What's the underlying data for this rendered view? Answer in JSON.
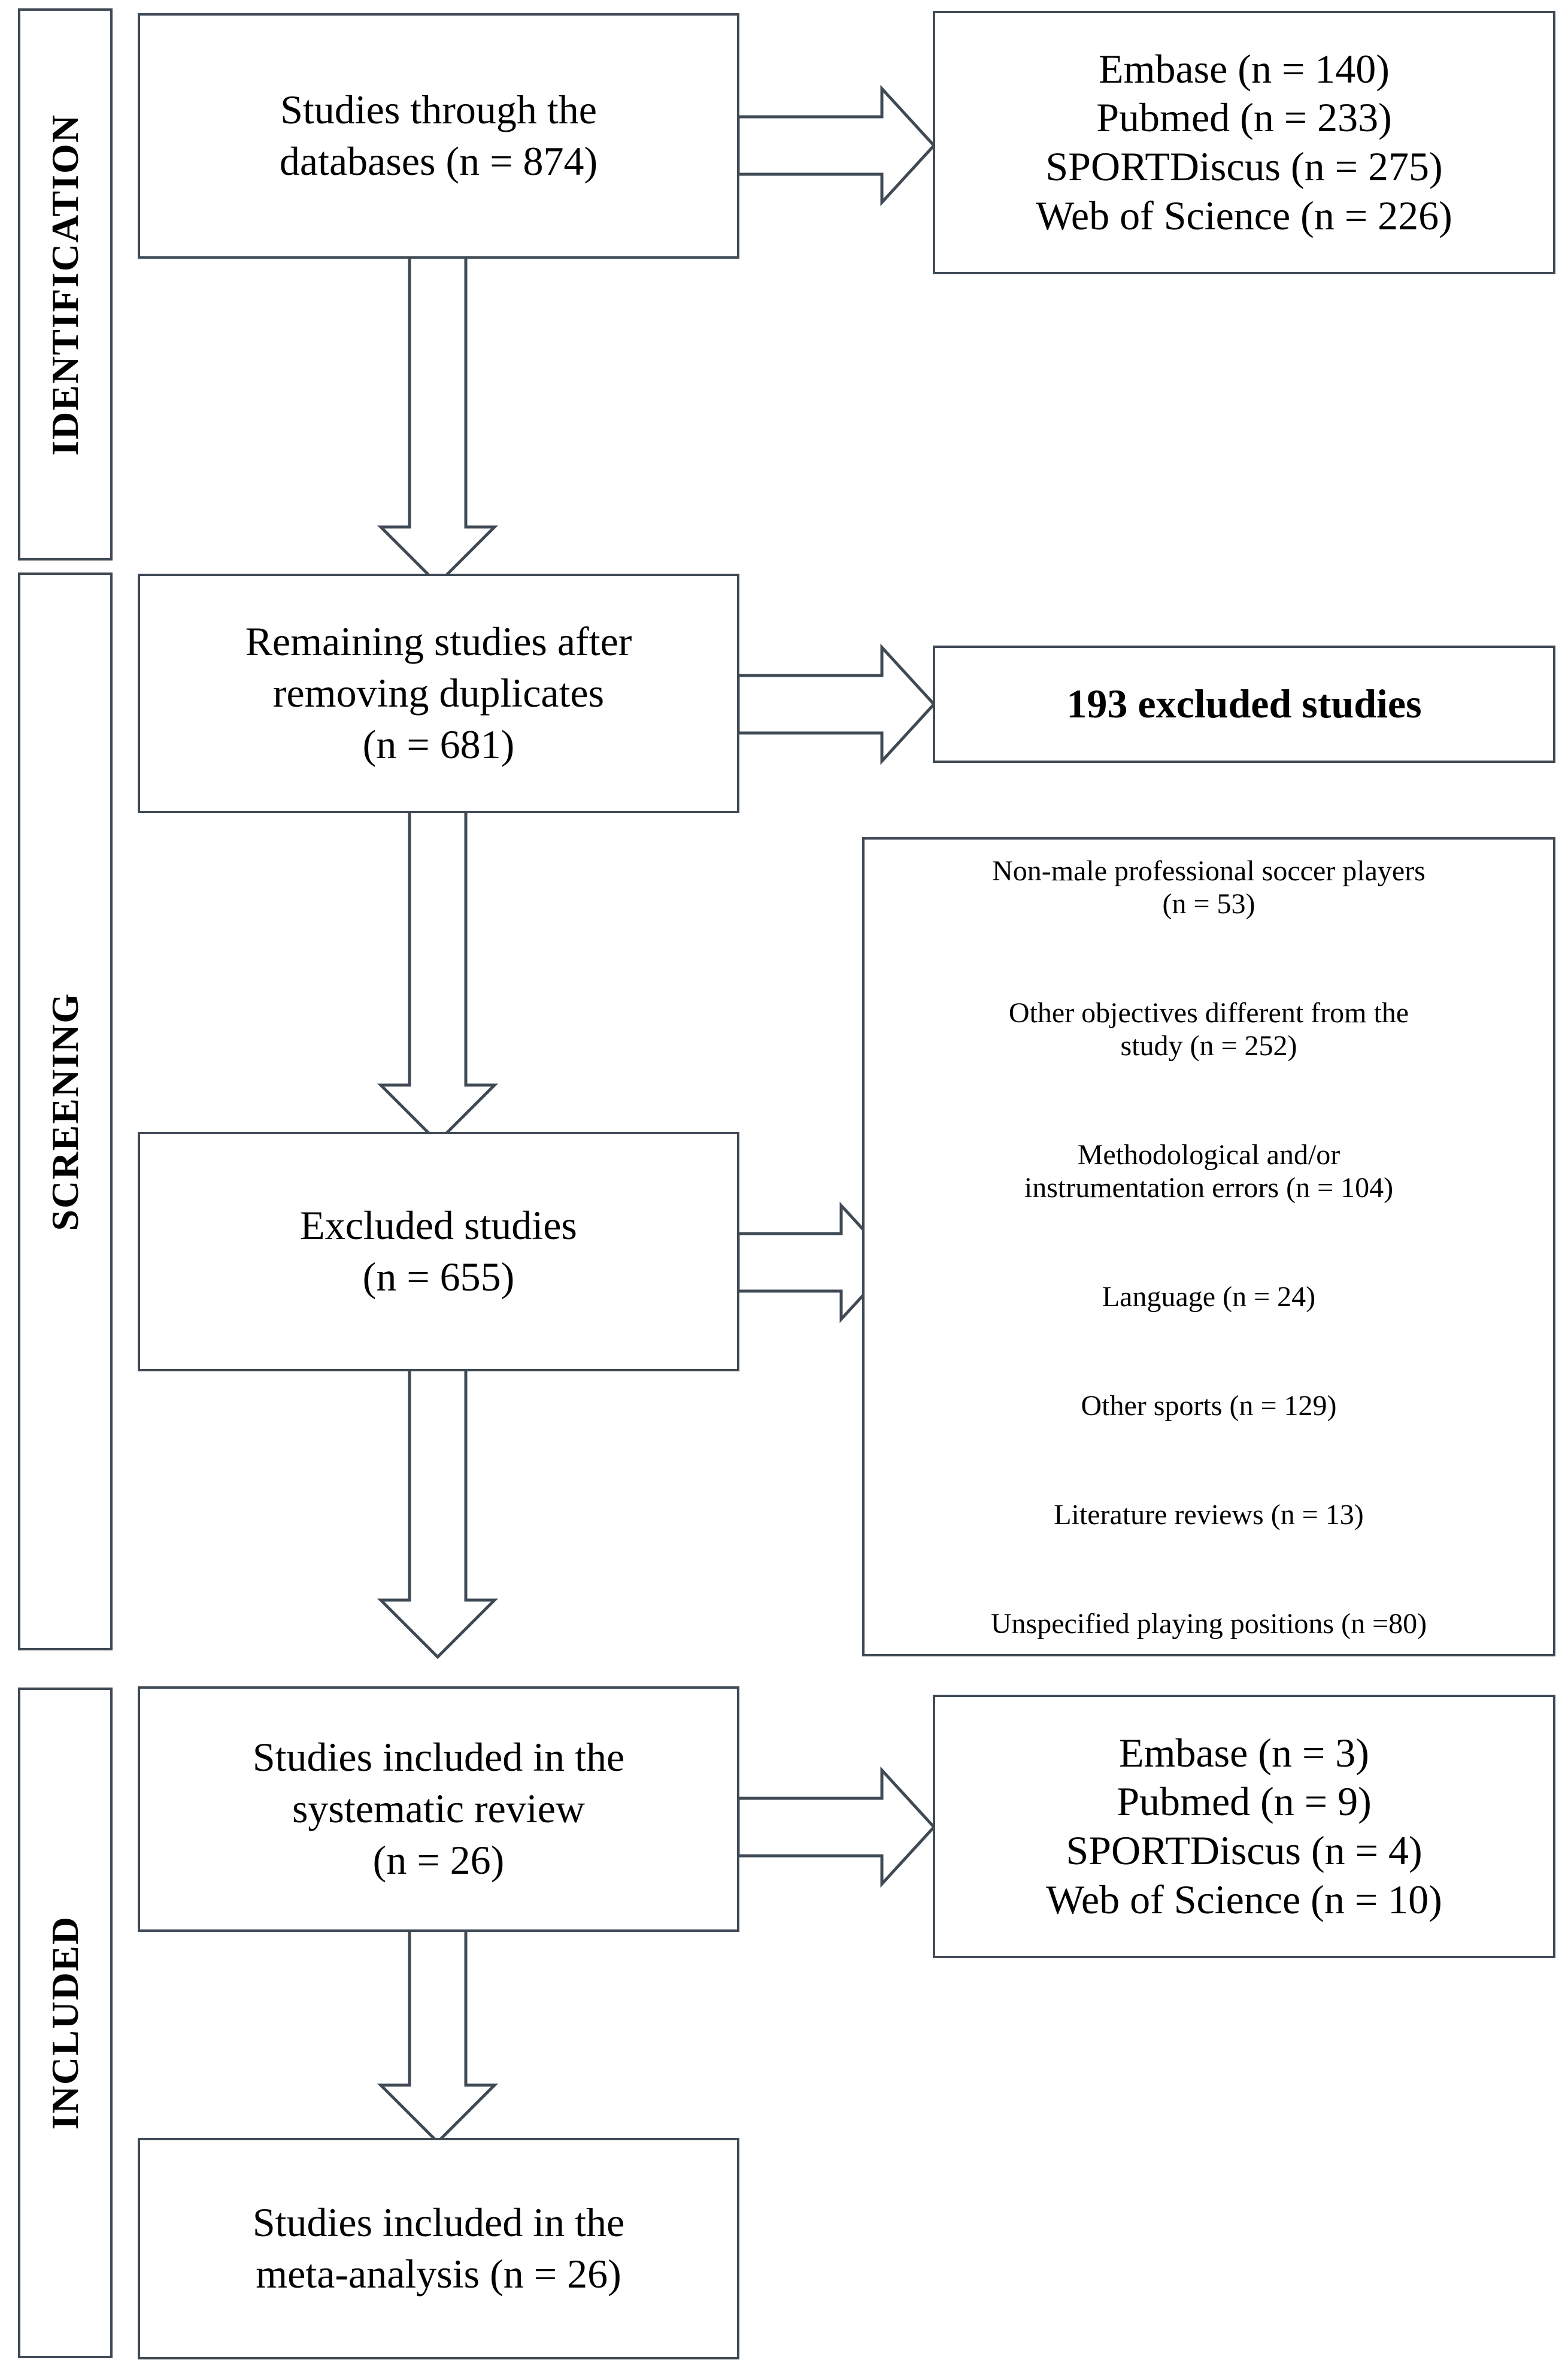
{
  "diagram": {
    "title": "PRISMA flow diagram",
    "stroke_color": "#3f4a55",
    "background_color": "#ffffff"
  },
  "stages": [
    {
      "key": "identification",
      "label": "IDENTIFICATION"
    },
    {
      "key": "screening",
      "label": "SCREENING"
    },
    {
      "key": "included",
      "label": "INCLUDED"
    }
  ],
  "nodes": {
    "records_identified": {
      "lines": [
        "Studies through the",
        "databases (n = 874)"
      ]
    },
    "sources_identified": {
      "lines": [
        "Embase (n = 140)",
        "Pubmed (n = 233)",
        "SPORTDiscus  (n = 275)",
        "Web of Science (n = 226)"
      ]
    },
    "records_after_duplicates": {
      "lines": [
        "Remaining studies after",
        "removing duplicates",
        "(n = 681)"
      ]
    },
    "duplicates_removed": {
      "lines": [
        "193 excluded studies"
      ]
    },
    "records_excluded": {
      "lines": [
        "Excluded studies",
        "(n = 655)"
      ]
    },
    "exclusion_reasons": {
      "items": [
        {
          "reason": "Non-male professional soccer players",
          "count_line": "(n = 53)"
        },
        {
          "reason": "Other objectives different from the",
          "count_line": "study (n = 252)"
        },
        {
          "reason": "Methodological and/or",
          "count_line": "instrumentation  errors (n = 104)"
        },
        {
          "reason": "Language  (n = 24)",
          "count_line": ""
        },
        {
          "reason": "Other sports (n = 129)",
          "count_line": ""
        },
        {
          "reason": "Literature  reviews  (n = 13)",
          "count_line": ""
        },
        {
          "reason": "Unspecified  playing  positions (n =80)",
          "count_line": ""
        }
      ]
    },
    "included_systematic_review": {
      "lines": [
        "Studies included in the",
        "systematic review",
        "(n = 26)"
      ]
    },
    "sources_included": {
      "lines": [
        "Embase (n = 3)",
        "Pubmed (n = 9)",
        "SPORTDiscus  (n = 4)",
        "Web of Science (n = 10)"
      ]
    },
    "included_meta_analysis": {
      "lines": [
        "Studies included in the",
        "meta-analysis (n = 26)"
      ]
    }
  }
}
